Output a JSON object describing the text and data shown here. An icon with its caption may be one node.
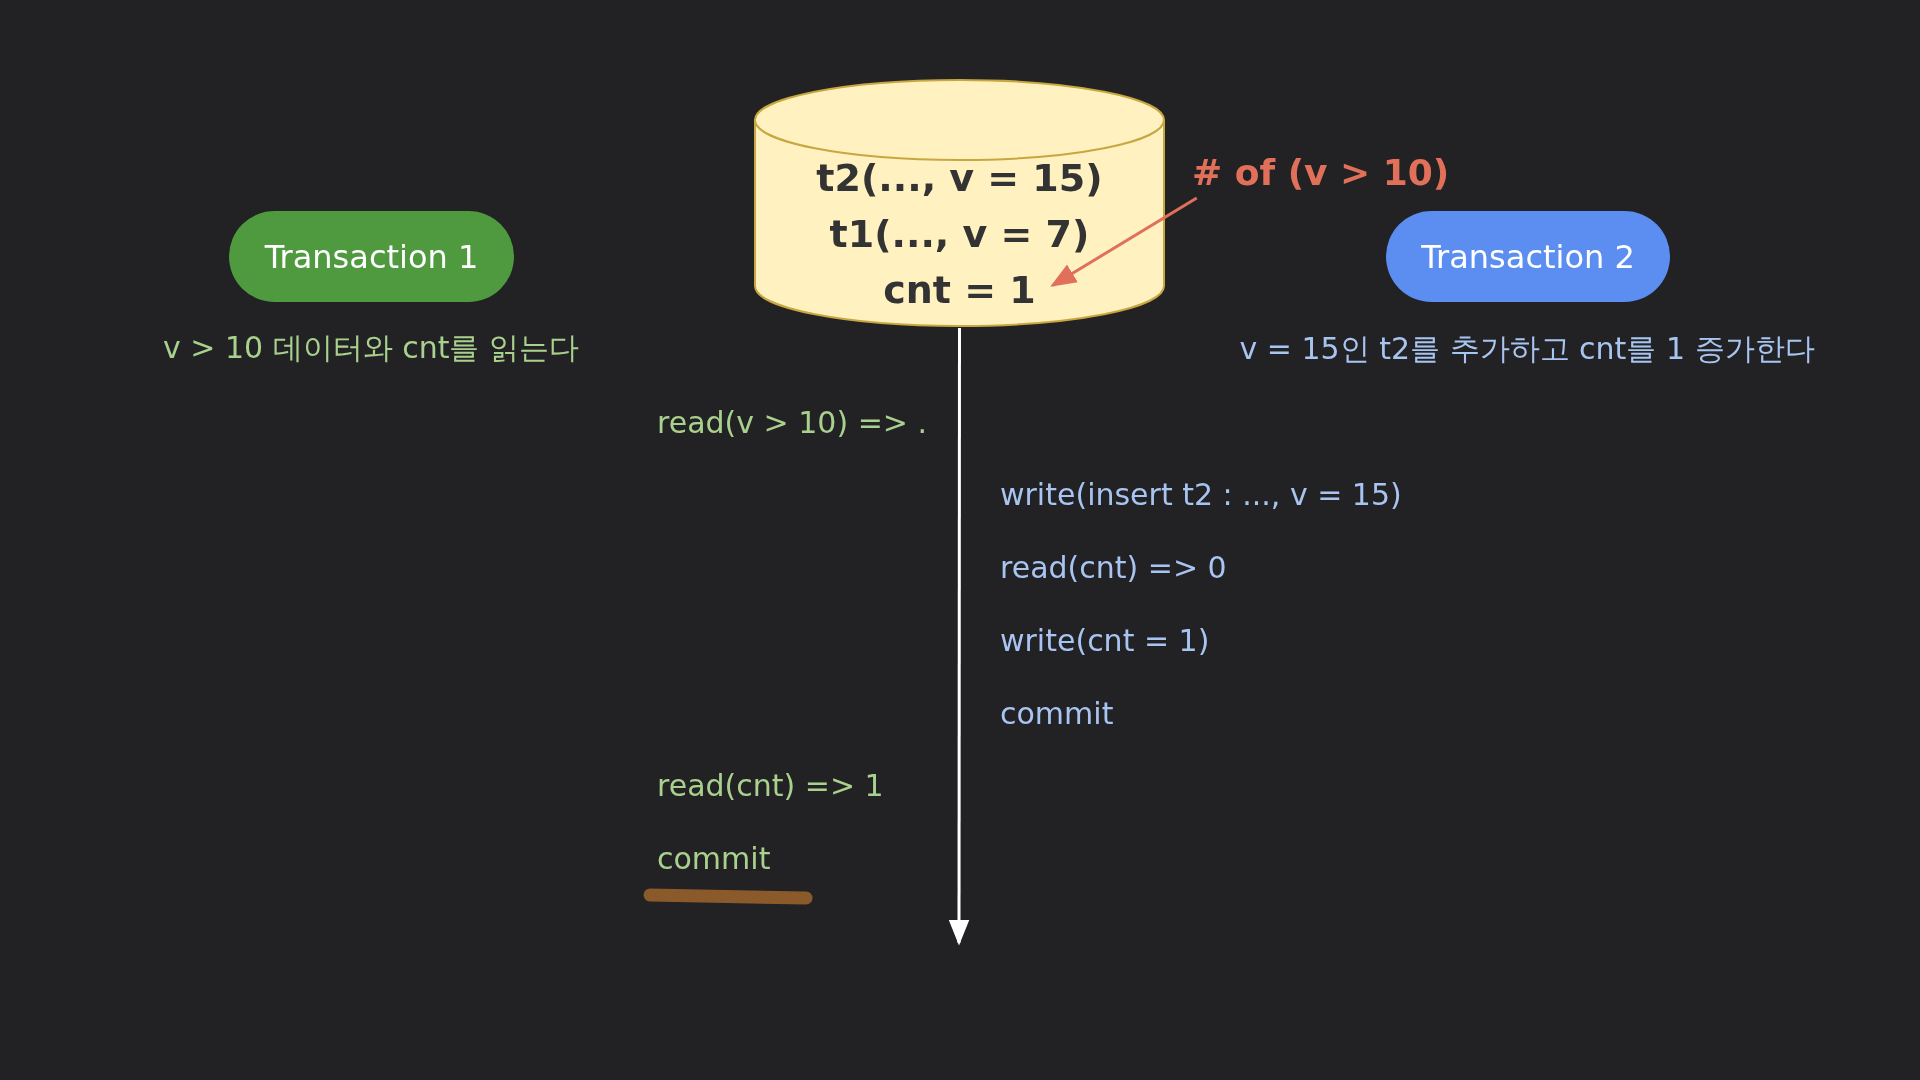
{
  "diagram": {
    "nodes": [
      {
        "text": [
          "Transaction 1"
        ],
        "beside": [
          "v > 10 데이터와 cnt를 읽는다"
        ]
      },
      {
        "text": [
          "t2(..., v = 15)",
          "t1(..., v = 7)",
          "cnt = 1"
        ]
      },
      {
        "text": [
          "Transaction 2"
        ],
        "beside": [
          "v = 15인 t2를 추가하고 cnt를 1 증가한다"
        ]
      },
      {
        "text": [
          "# of (v > 10)"
        ]
      }
    ],
    "edges": [
      {
        "from": 3,
        "to": 1,
        "arrow": "to",
        "color": "#e0705a"
      },
      {
        "from": 1,
        "to": null,
        "arrow": "to",
        "color": "#ffffff"
      }
    ],
    "labels": [
      "read(v > 10) => .",
      "write(insert t2 : ..., v = 15)",
      "read(cnt) => 0",
      "write(cnt = 1)",
      "commit",
      "read(cnt) => 1",
      "commit"
    ]
  }
}
